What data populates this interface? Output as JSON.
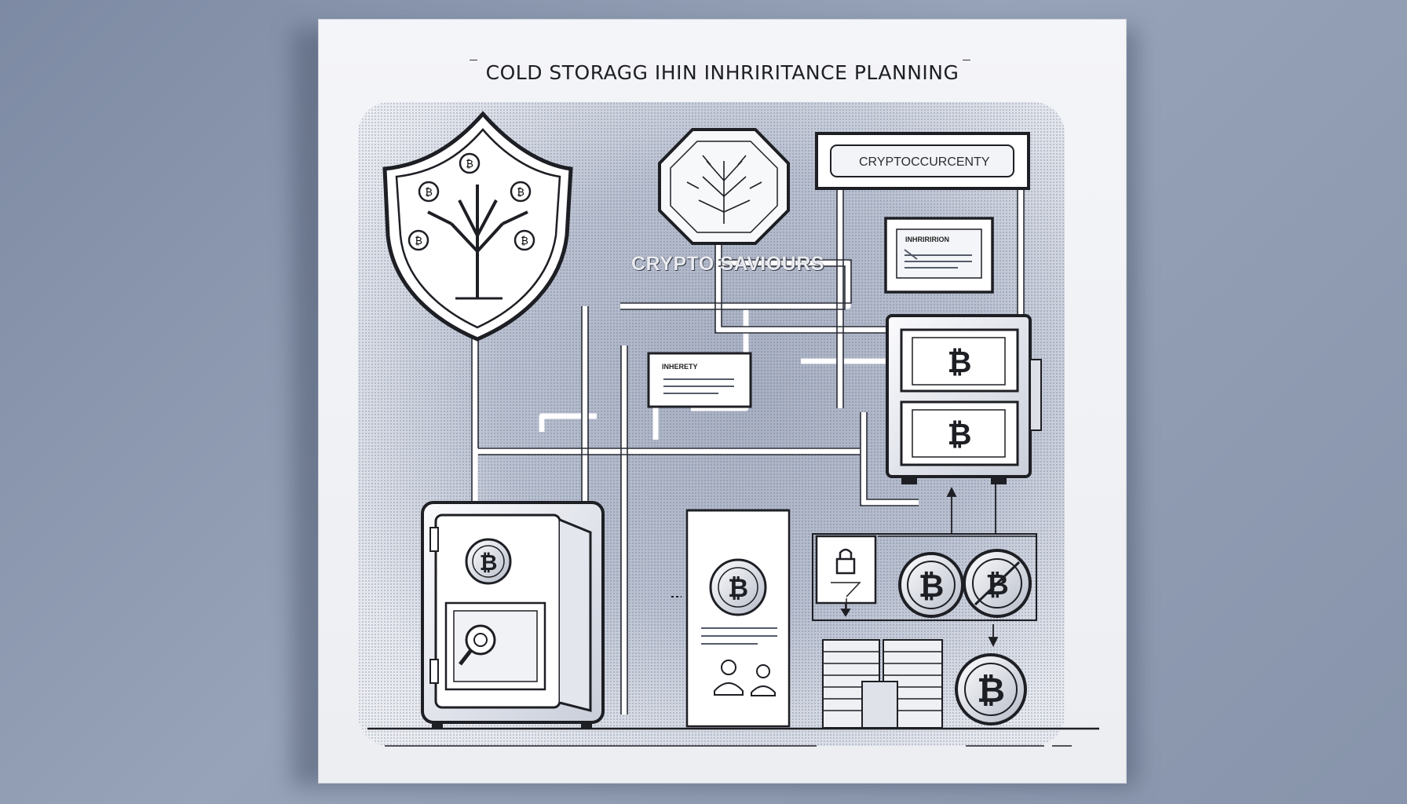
{
  "title": "COLD STORAGG IHIN INHRIRITANCE PLANNING",
  "labels": {
    "crypto_saviours": "CRYPTO SAVIOURS",
    "banner": "CRYPTOCCURCENTY",
    "doc_top": "INHRIRIRION",
    "doc_mid": "INHERETY"
  },
  "coin_glyph": "₿",
  "icons": [
    "shield-tree-icon",
    "octagon-tree-icon",
    "bitcoin-icon",
    "safe-icon",
    "lock-icon",
    "document-icon",
    "coin-stack-icon",
    "people-icon"
  ],
  "colors": {
    "background": "#8e9ab0",
    "poster": "#f2f3f6",
    "ink": "#1e1f24",
    "panel": "#aab2c4"
  }
}
